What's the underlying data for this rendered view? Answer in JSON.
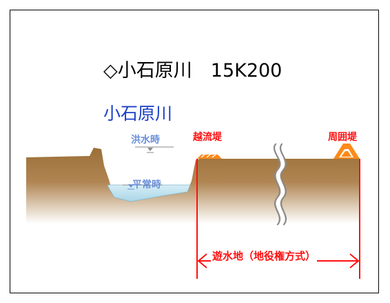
{
  "slide": {
    "title": "◇小石原川　15K200",
    "river_name": "小石原川",
    "labels": {
      "flood_time": "洪水時",
      "normal_time": "平常時",
      "overflow_levee": "越流堤",
      "ring_levee": "周囲堤",
      "retention_area": "遊水地（地役権方式）"
    }
  },
  "colors": {
    "ground_dark": "#9b6f37",
    "ground_light": "#ffffff",
    "water": "#bfe3ef",
    "levee": "#ff8a1a",
    "annotation_red": "#ff1010",
    "river_blue": "#1a3ec8",
    "water_label_blue": "#6a8fd8"
  }
}
